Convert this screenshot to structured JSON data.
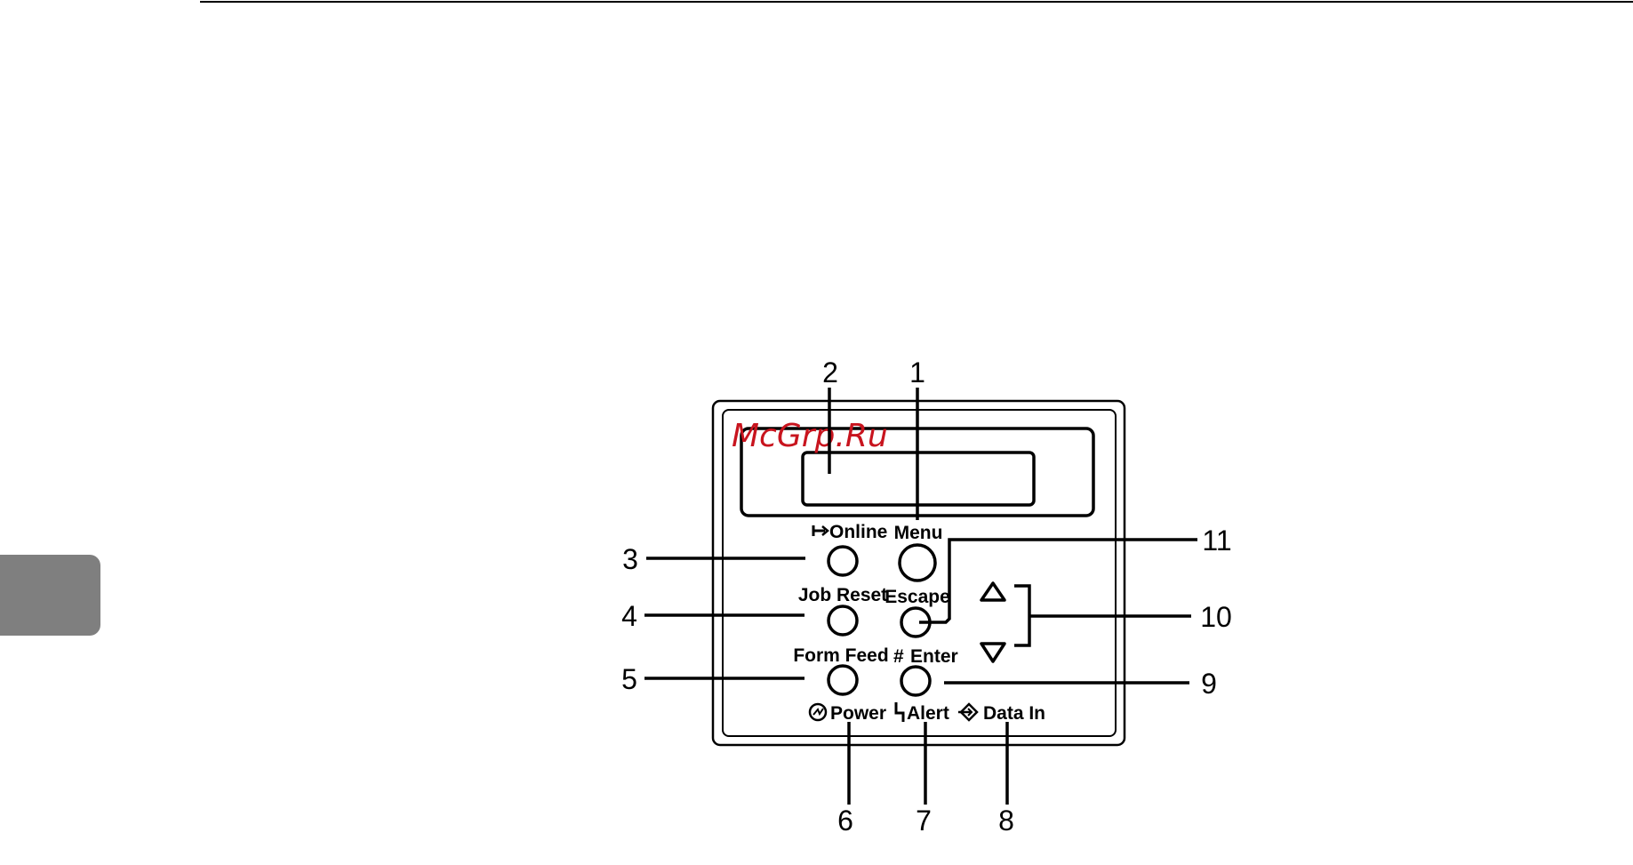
{
  "watermark": "McGrp.Ru",
  "colors": {
    "ink": "#000000",
    "watermark": "#c8141e",
    "side_tab": "#7f7f7f"
  },
  "icons": {
    "online": "arrow-to-bar-icon",
    "enter": "hash-icon",
    "power": "power-icon",
    "alert": "lightning-icon",
    "data_in": "data-in-icon",
    "up": "up-triangle-icon",
    "down": "down-triangle-icon"
  },
  "button_labels": {
    "online": "Online",
    "menu": "Menu",
    "job_reset": "Job Reset",
    "escape": "Escape",
    "form_feed": "Form Feed",
    "enter": "Enter",
    "power": "Power",
    "alert": "Alert",
    "data_in": "Data In",
    "online_glyph": "↦",
    "enter_glyph": "#",
    "alert_glyph": "ϟ",
    "data_in_glyph": "⟐"
  },
  "callouts": {
    "c1": "1",
    "c2": "2",
    "c3": "3",
    "c4": "4",
    "c5": "5",
    "c6": "6",
    "c7": "7",
    "c8": "8",
    "c9": "9",
    "c10": "10",
    "c11": "11"
  }
}
